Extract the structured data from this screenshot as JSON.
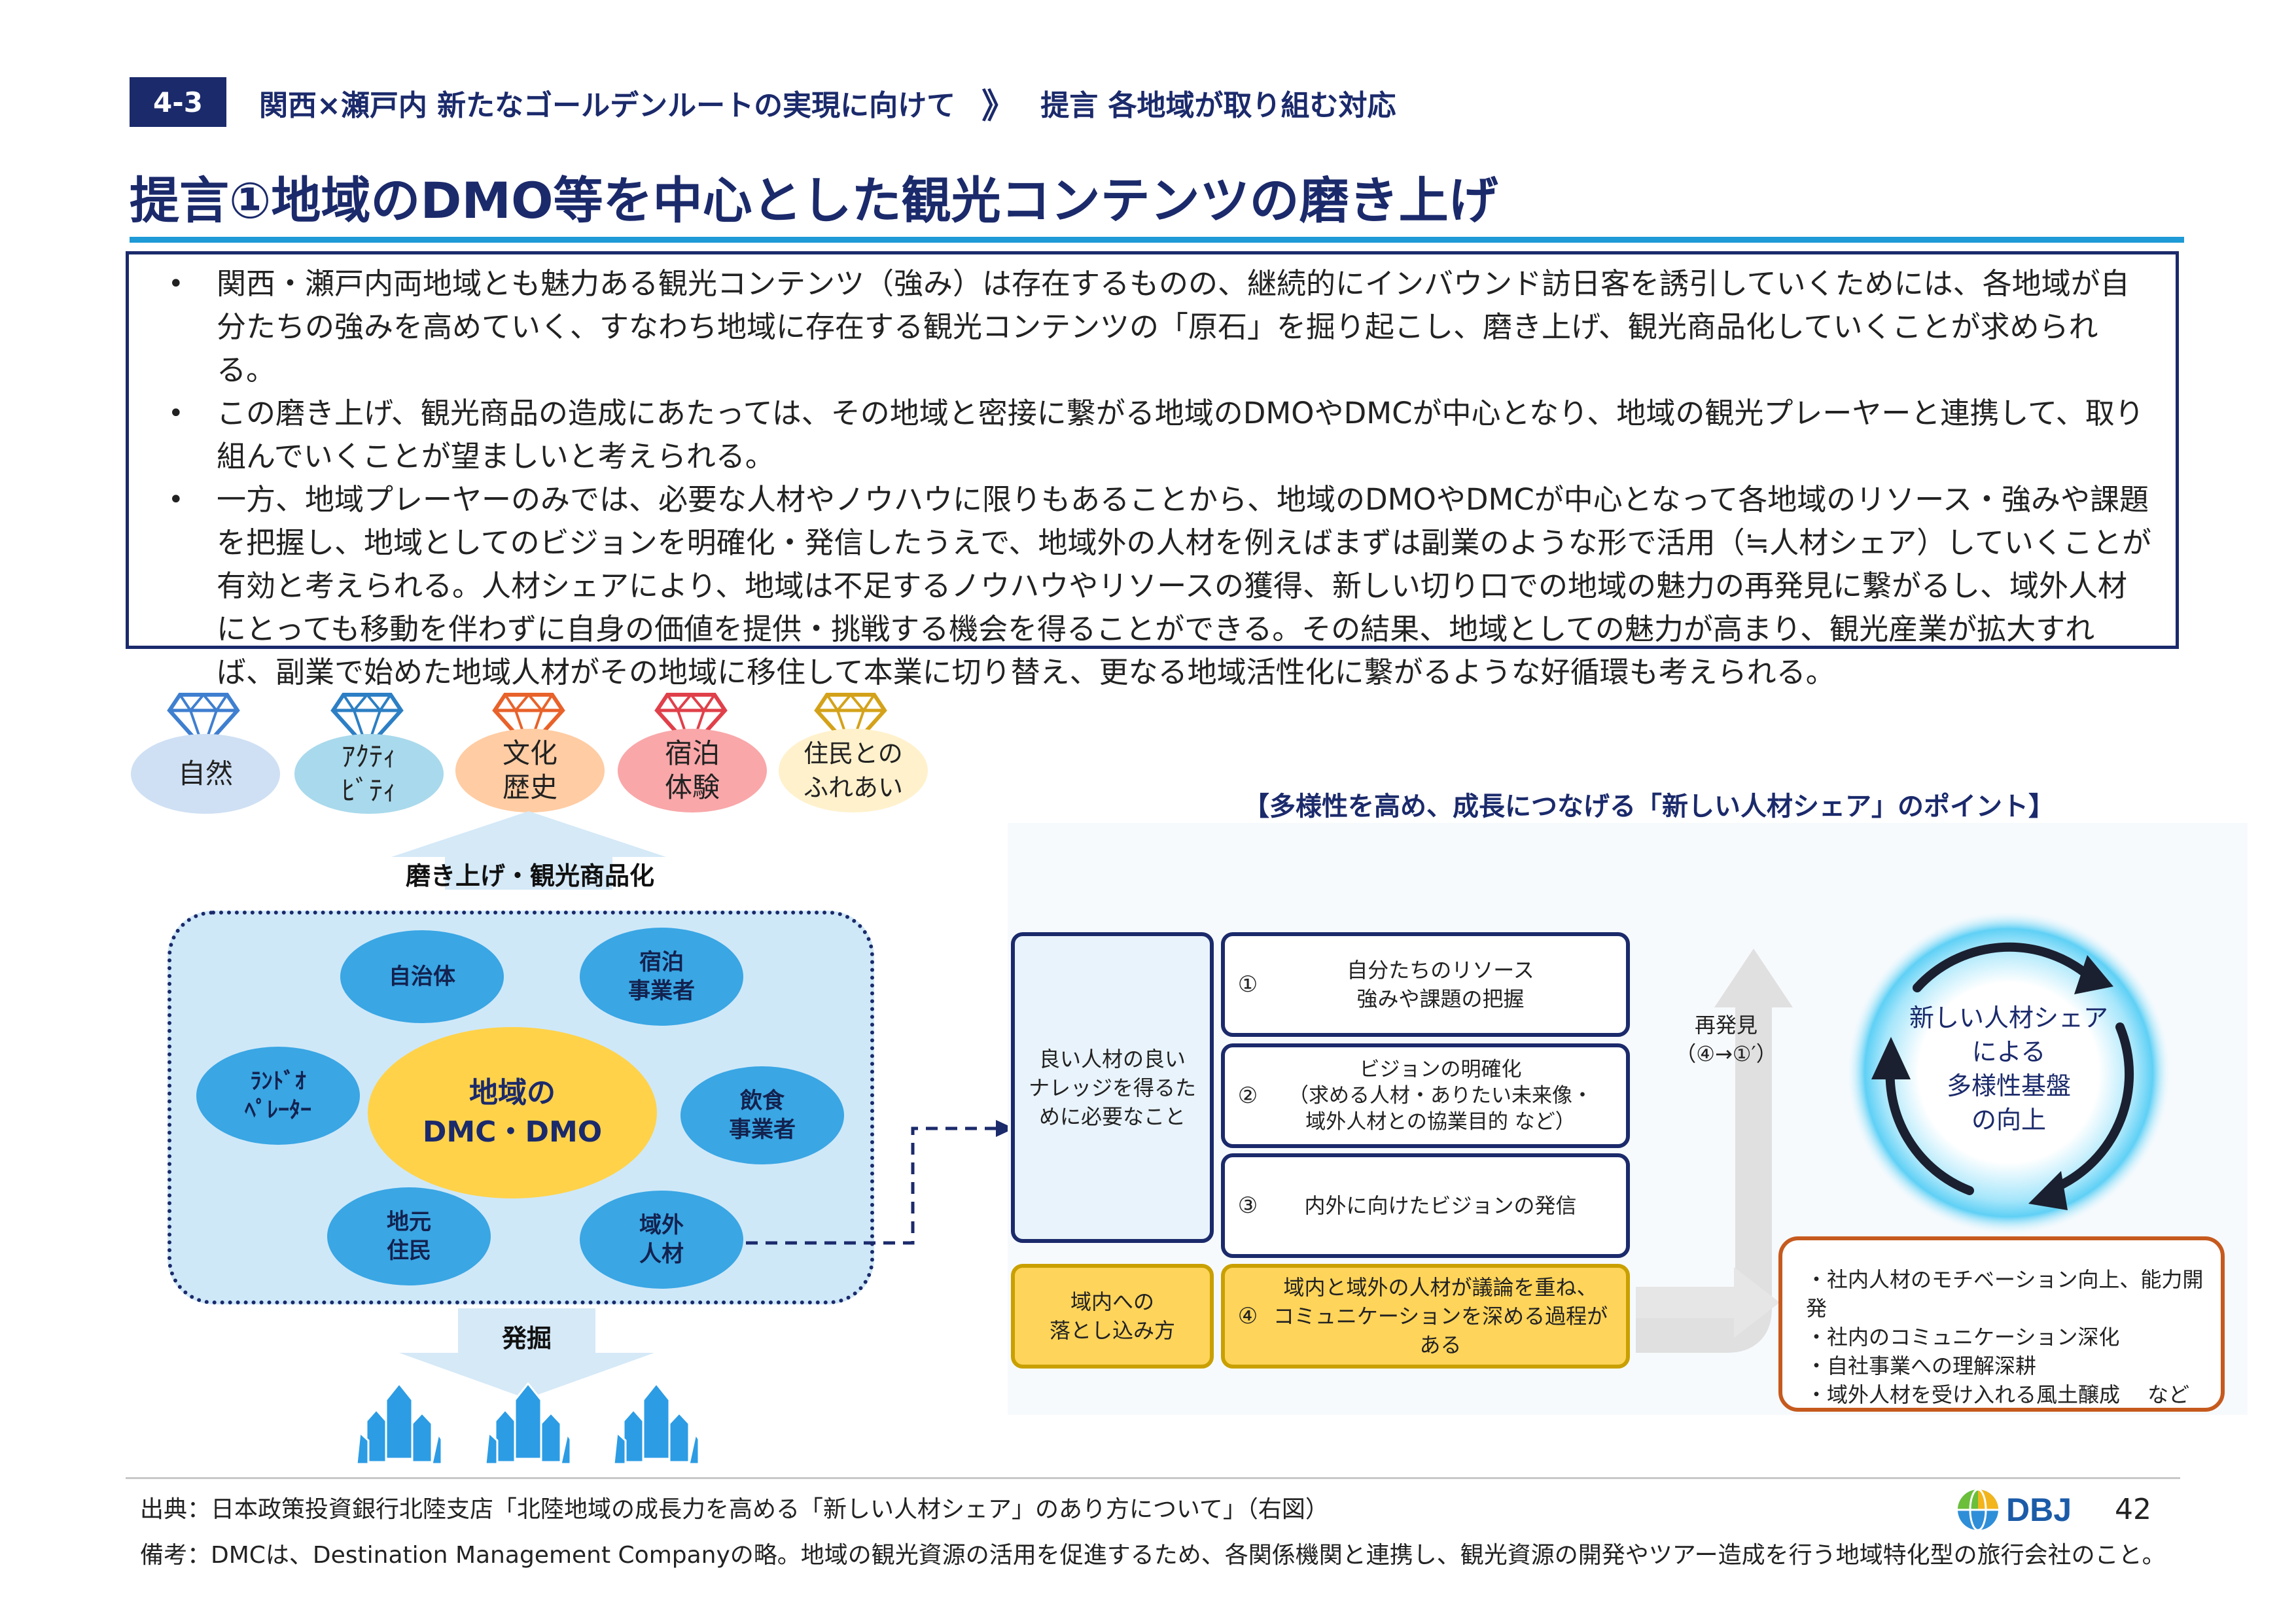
{
  "header": {
    "section_number": "4-3",
    "breadcrumb_part1": "関西×瀬戸内 新たなゴールデンルートの実現に向けて",
    "breadcrumb_separator": "》",
    "breadcrumb_part2": "提言 各地域が取り組む対応",
    "title": "提言①地域のDMO等を中心とした観光コンテンツの磨き上げ"
  },
  "summary": {
    "bullets": [
      "関西・瀬戸内両地域とも魅力ある観光コンテンツ（強み）は存在するものの、継続的にインバウンド訪日客を誘引していくためには、各地域が自分たちの強みを高めていく、すなわち地域に存在する観光コンテンツの「原石」を掘り起こし、磨き上げ、観光商品化していくことが求められる。",
      "この磨き上げ、観光商品の造成にあたっては、その地域と密接に繋がる地域のDMOやDMCが中心となり、地域の観光プレーヤーと連携して、取り組んでいくことが望ましいと考えられる。",
      "一方、地域プレーヤーのみでは、必要な人材やノウハウに限りもあることから、地域のDMOやDMCが中心となって各地域のリソース・強みや課題を把握し、地域としてのビジョンを明確化・発信したうえで、地域外の人材を例えばまずは副業のような形で活用（≒人材シェア）していくことが有効と考えられる。人材シェアにより、地域は不足するノウハウやリソースの獲得、新しい切り口での地域の魅力の再発見に繋がるし、域外人材にとっても移動を伴わずに自身の価値を提供・挑戦する機会を得ることができる。その結果、地域としての魅力が高まり、観光産業が拡大すれば、副業で始めた地域人材がその地域に移住して本業に切り替え、更なる地域活性化に繋がるような好循環も考えられる。"
    ]
  },
  "left_diagram": {
    "contents": [
      {
        "label": "自然",
        "bg": "#cfe0f4",
        "gem": "#3f7fd0"
      },
      {
        "label": "アクティビティ",
        "bg": "#a9d9ec",
        "gem": "#2c7fc4"
      },
      {
        "label": "文化歴史",
        "bg": "#ffcca3",
        "gem": "#e8622a"
      },
      {
        "label": "宿泊体験",
        "bg": "#f9a7a9",
        "gem": "#e0404a"
      },
      {
        "label": "住民とのふれあい",
        "bg": "#fff1cc",
        "gem": "#d4a21a"
      }
    ],
    "contents_lines": [
      [
        "自然"
      ],
      [
        "ｱｸﾃｨ",
        "ﾋﾞﾃｨ"
      ],
      [
        "文化",
        "歴史"
      ],
      [
        "宿泊",
        "体験"
      ],
      [
        "住民との",
        "ふれあい"
      ]
    ],
    "refine_label": "磨き上げ・観光商品化",
    "center_line1": "地域の",
    "center_line2": "DMC・DMO",
    "stakeholders": {
      "municipality": "自治体",
      "lodging_l1": "宿泊",
      "lodging_l2": "事業者",
      "landop_l1": "ﾗﾝﾄﾞｵ",
      "landop_l2": "ﾍﾟﾚｰﾀｰ",
      "food_l1": "飲食",
      "food_l2": "事業者",
      "residents_l1": "地元",
      "residents_l2": "住民",
      "external_l1": "域外",
      "external_l2": "人材"
    },
    "dig_label": "発掘",
    "crystal_color": "#2c9ce4"
  },
  "right_diagram": {
    "heading": "【多様性を高め、成長につなげる「新しい人材シェア」のポイント】",
    "needs_card": "良い人材の良いナレッジを得るために必要なこと",
    "needs_lines": [
      "良い人材の良い",
      "ナレッジを得るた",
      "めに必要なこと"
    ],
    "point1_num": "①",
    "point1_l1": "自分たちのリソース",
    "point1_l2": "強みや課題の把握",
    "point2_num": "②",
    "point2_l1": "ビジョンの明確化",
    "point2_l2": "（求める人材・ありたい未来像・",
    "point2_l3": "域外人材との協業目的 など）",
    "point3_num": "③",
    "point3_text": "内外に向けたビジョンの発信",
    "local_card_l1": "域内への",
    "local_card_l2": "落とし込み方",
    "point4_num": "④",
    "point4_l1": "域内と域外の人材が議論を重ね、",
    "point4_l2": "コミュニケーションを深める過程がある",
    "rediscover_l1": "再発見",
    "rediscover_l2": "（④→①′）",
    "cycle_l1": "新しい人材シェア",
    "cycle_l2": "による",
    "cycle_l3": "多様性基盤",
    "cycle_l4": "の向上",
    "effects": [
      "・社内人材のモチベーション向上、能力開発",
      "・社内のコミュニケーション深化",
      "・自社事業への理解深耕",
      "・域外人材を受け入れる風土醸成　 など"
    ]
  },
  "footer": {
    "source": "出典：日本政策投資銀行北陸支店「北陸地域の成長力を高める「新しい人材シェア」のあり方について」（右図）",
    "remark": "備考：DMCは、Destination Management Companyの略。地域の観光資源の活用を促進するため、各関係機関と連携し、観光資源の開発やツアー造成を行う地域特化型の旅行会社のこと。",
    "logo_text": "DBJ",
    "page_number": "42"
  },
  "colors": {
    "navy": "#1b2a6b",
    "accent_blue": "#1e9ad6",
    "gold": "#ffd45a",
    "effects_border": "#c65a1e"
  }
}
